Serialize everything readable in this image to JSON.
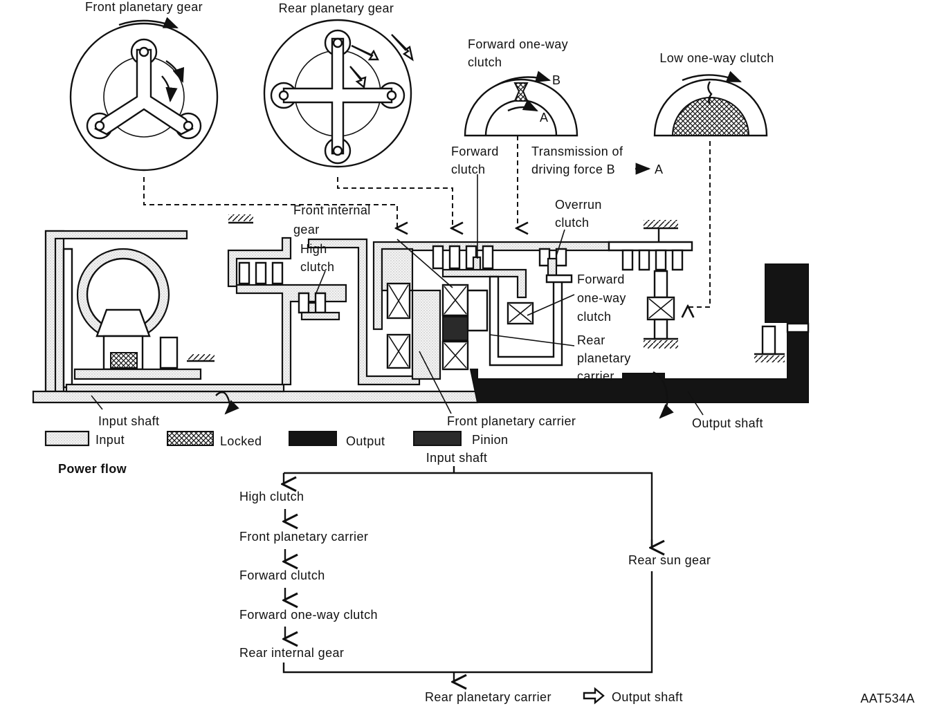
{
  "gears": {
    "front_planetary": "Front planetary gear",
    "rear_planetary": "Rear planetary gear",
    "forward_owc_line1": "Forward one-way",
    "forward_owc_line2": "clutch",
    "point_b": "B",
    "point_a": "A",
    "low_owc": "Low one-way clutch"
  },
  "callouts": {
    "forward_clutch_line1": "Forward",
    "forward_clutch_line2": "clutch",
    "transmission_line1": "Transmission of",
    "transmission_line2": "driving force B",
    "transmission_target": "A",
    "front_internal_line1": "Front internal",
    "front_internal_line2": "gear",
    "high_clutch_line1": "High",
    "high_clutch_line2": "clutch",
    "overrun_line1": "Overrun",
    "overrun_line2": "clutch",
    "fwd_owc_line1": "Forward",
    "fwd_owc_line2": "one-way",
    "fwd_owc_line3": "clutch",
    "rear_carrier_line1": "Rear",
    "rear_carrier_line2": "planetary",
    "rear_carrier_line3": "carrier",
    "input_shaft": "Input shaft",
    "front_carrier": "Front planetary carrier",
    "output_shaft": "Output shaft"
  },
  "legend": [
    {
      "key": "input",
      "label": "Input"
    },
    {
      "key": "locked",
      "label": "Locked"
    },
    {
      "key": "output",
      "label": "Output"
    },
    {
      "key": "pinion",
      "label": "Pinion"
    }
  ],
  "power_flow": {
    "title": "Power flow",
    "top": "Input shaft",
    "left_chain": [
      "High clutch",
      "Front planetary carrier",
      "Forward clutch",
      "Forward one-way clutch",
      "Rear internal gear"
    ],
    "right": "Rear sun gear",
    "bottom": "Rear planetary carrier",
    "final": "Output shaft"
  },
  "figure_code": "AAT534A"
}
